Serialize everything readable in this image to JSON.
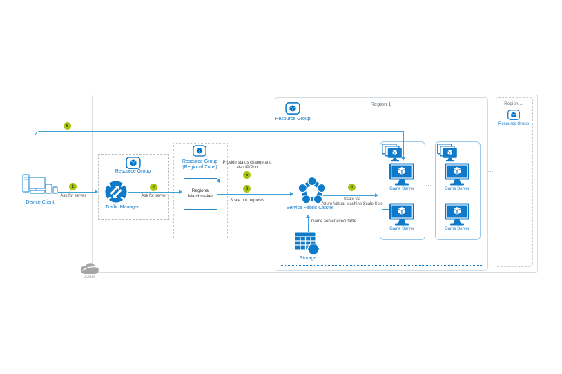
{
  "device_client": {
    "label": "Device Client"
  },
  "steps": {
    "s1": {
      "num": "1",
      "text": "Ask for server"
    },
    "s2": {
      "num": "2",
      "text": "Ask for server"
    },
    "s3": {
      "num": "3",
      "text": "Scale out requests"
    },
    "s4": {
      "num": "4",
      "line1": "Scale via",
      "line2": "Azure Virtual Machine Scale Sets"
    },
    "s5": {
      "num": "5",
      "line1": "Provide status change and",
      "line2": "also IP/Port"
    },
    "s6": {
      "num": "6"
    }
  },
  "traffic_manager_group": {
    "resource_group_label": "Resource Group",
    "service_label": "Traffic Manager"
  },
  "regional_zone_group": {
    "resource_group_label": "Resource Group",
    "zone_label": "(Regional Zone)",
    "matchmaker_line1": "Regional",
    "matchmaker_line2": "Matchmaker"
  },
  "region1": {
    "title": "Region 1",
    "resource_group_label": "Resource Group",
    "service_fabric_label": "Service Fabric Cluster",
    "storage_label": "Storage",
    "storage_arrow_label": "Game server executable",
    "scale_set_ellipsis": "...",
    "scale_sets": [
      {
        "servers": [
          "Game Server",
          "Game Server"
        ]
      },
      {
        "servers": [
          "Game Server",
          "Game Server"
        ]
      }
    ]
  },
  "region_next": {
    "title": "Region ...",
    "resource_group_label": "Resource Group"
  },
  "regions_ellipsis": "...",
  "azure_cloud": {
    "label": "Azure"
  },
  "colors": {
    "azure_blue": "#0072c6",
    "line_blue": "#41a0d7",
    "step_green": "#a5c613"
  }
}
